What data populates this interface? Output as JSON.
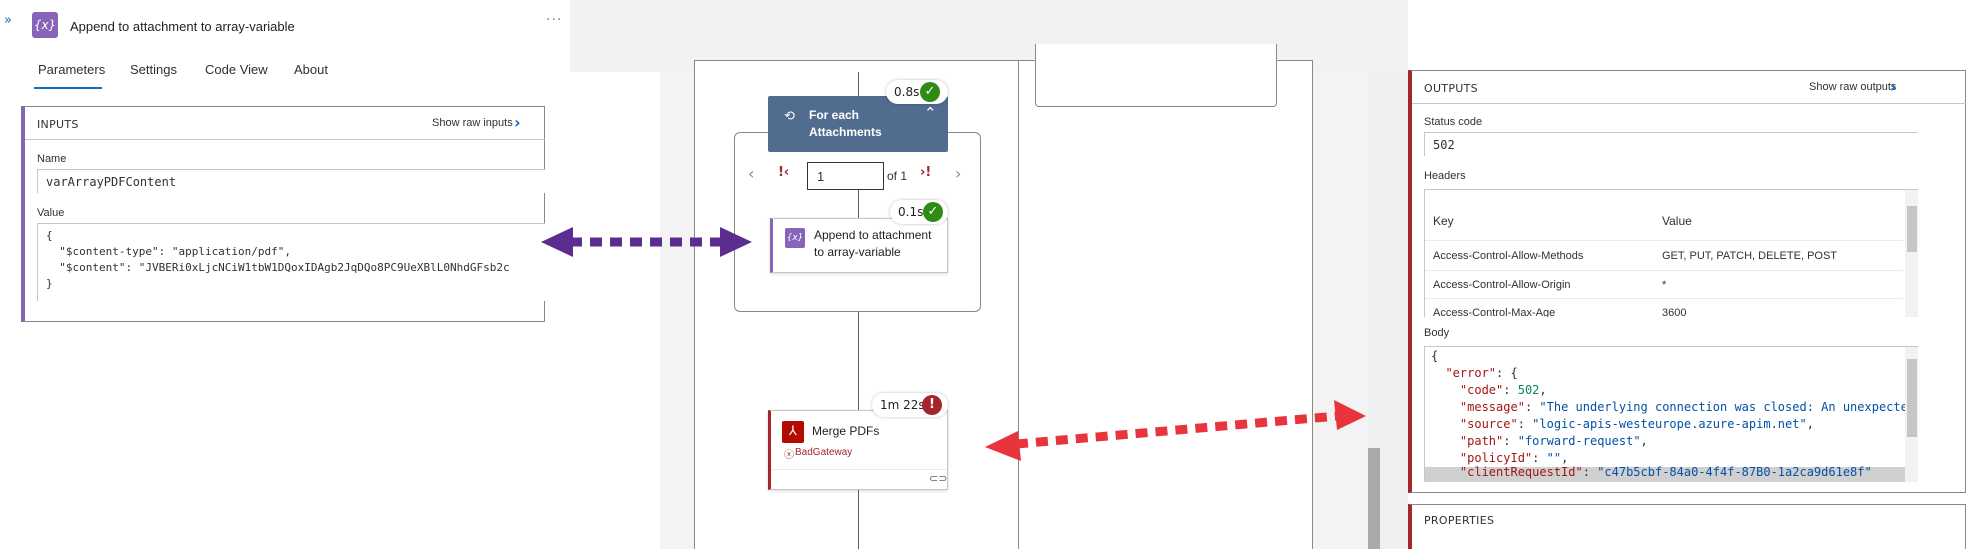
{
  "left_panel": {
    "title": "Append to attachment to array-variable",
    "tabs": [
      "Parameters",
      "Settings",
      "Code View",
      "About"
    ],
    "inputs": {
      "header": "INPUTS",
      "show_raw": "Show raw inputs",
      "name_label": "Name",
      "name_value": "varArrayPDFContent",
      "value_label": "Value",
      "value_lines": [
        "{",
        "  \"$content-type\": \"application/pdf\",",
        "  \"$content\": \"JVBERi0xLjcNCiW1tbW1DQoxIDAgb2JqDQo8PC9UeXBlL0NhdGFsb2c",
        "}"
      ]
    }
  },
  "canvas": {
    "foreach": {
      "title_line1": "For each",
      "title_line2": "Attachments",
      "duration": "0.8s",
      "page_value": "1",
      "page_of": "of 1"
    },
    "append_action": {
      "title_line1": "Append to attachment",
      "title_line2": "to array-variable",
      "duration": "0.1s"
    },
    "merge_action": {
      "title": "Merge PDFs",
      "status": "BadGateway",
      "duration": "1m 22s"
    }
  },
  "right_panel": {
    "outputs_header": "OUTPUTS",
    "show_raw": "Show raw outputs",
    "status_code_label": "Status code",
    "status_code_value": "502",
    "headers_label": "Headers",
    "headers_table": {
      "columns": [
        "Key",
        "Value"
      ],
      "rows": [
        [
          "Access-Control-Allow-Methods",
          "GET, PUT, PATCH, DELETE, POST"
        ],
        [
          "Access-Control-Allow-Origin",
          "*"
        ],
        [
          "Access-Control-Max-Age",
          "3600"
        ]
      ]
    },
    "body_label": "Body",
    "properties_header": "PROPERTIES"
  },
  "colors": {
    "accent_purple": "#8764b8",
    "error_red": "#a4262c",
    "success_green": "#2e8b13",
    "foreach_header": "#506c8e",
    "arrow_purple": "#5c2d91",
    "arrow_red": "#e8343c"
  }
}
